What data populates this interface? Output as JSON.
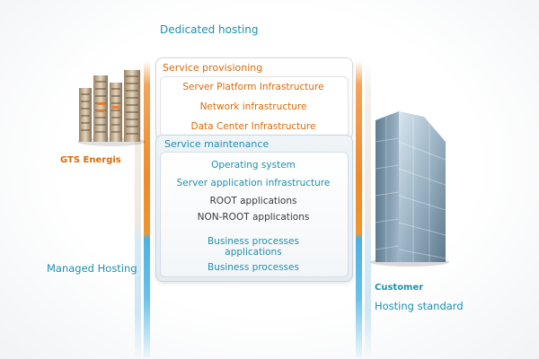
{
  "diagram": {
    "title_top": "Dedicated hosting",
    "left_label": "Managed Hosting",
    "provider_label": "GTS Energis",
    "customer_label": "Customer",
    "right_label": "Hosting standard",
    "provisioning": {
      "title": "Service provisioning",
      "items": [
        "Server Platform Infrastructure",
        "Network infrastructure",
        "Data Center Infrastructure"
      ]
    },
    "maintenance": {
      "title": "Service maintenance",
      "items": [
        "Operating system",
        "Server application infrastructure",
        "ROOT applications",
        "NON-ROOT applications",
        "Business processes applications",
        "Business processes"
      ]
    }
  },
  "colors": {
    "teal": "#1f8fad",
    "orange": "#d86a0a",
    "dark": "#3a3a3a",
    "bar_orange": "#f08a2a",
    "bar_blue": "#4fb0e0"
  },
  "icons": {
    "provider": "datacenter-building-icon",
    "customer": "office-tower-icon"
  }
}
